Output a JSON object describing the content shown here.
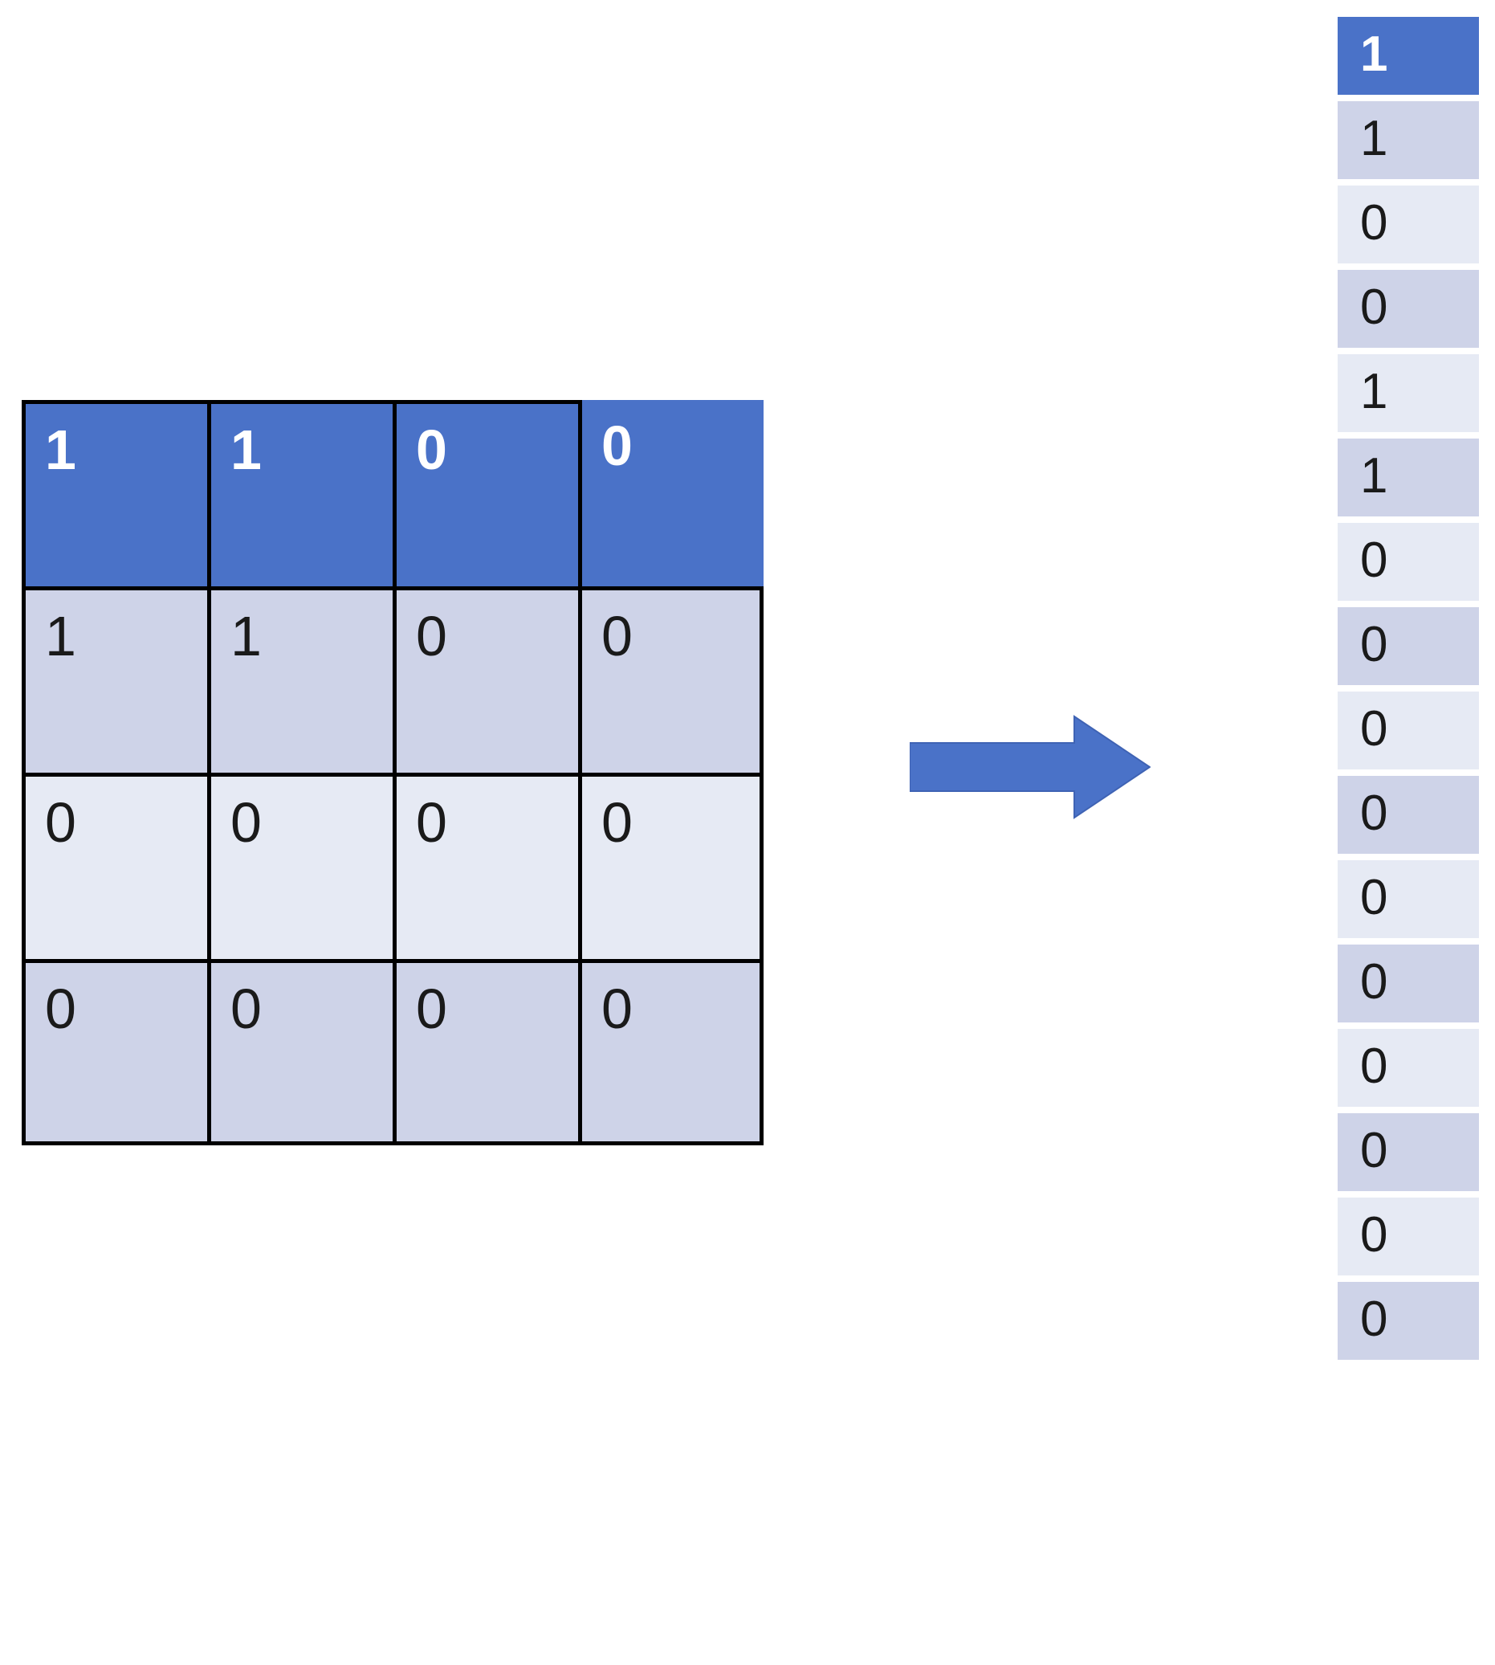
{
  "diagram": {
    "type": "matrix-flatten",
    "description": "A 4x4 binary matrix is flattened row-wise into a 16-element column vector"
  },
  "matrix": {
    "rows": 4,
    "cols": 4,
    "values": [
      [
        "1",
        "1",
        "0",
        "0"
      ],
      [
        "1",
        "1",
        "0",
        "0"
      ],
      [
        "0",
        "0",
        "0",
        "0"
      ],
      [
        "0",
        "0",
        "0",
        "0"
      ]
    ],
    "row_styles": [
      "hdr",
      "band-med",
      "band-lite",
      "band-med"
    ]
  },
  "arrow": {
    "name": "right-arrow",
    "direction": "right",
    "color": "#4a72c8"
  },
  "vector": {
    "length": 16,
    "values": [
      "1",
      "1",
      "0",
      "0",
      "1",
      "1",
      "0",
      "0",
      "0",
      "0",
      "0",
      "0",
      "0",
      "0",
      "0",
      "0"
    ],
    "cell_styles": [
      "hdr",
      "band-med",
      "band-lite",
      "band-med",
      "band-lite",
      "band-med",
      "band-lite",
      "band-med",
      "band-lite",
      "band-med",
      "band-lite",
      "band-med",
      "band-lite",
      "band-med",
      "band-lite",
      "band-med"
    ]
  },
  "colors": {
    "accent_blue": "#4a72c8",
    "band_medium": "#ced3e8",
    "band_light": "#e6eaf4",
    "border": "#000000",
    "text": "#1a1a1a",
    "header_text": "#ffffff"
  }
}
